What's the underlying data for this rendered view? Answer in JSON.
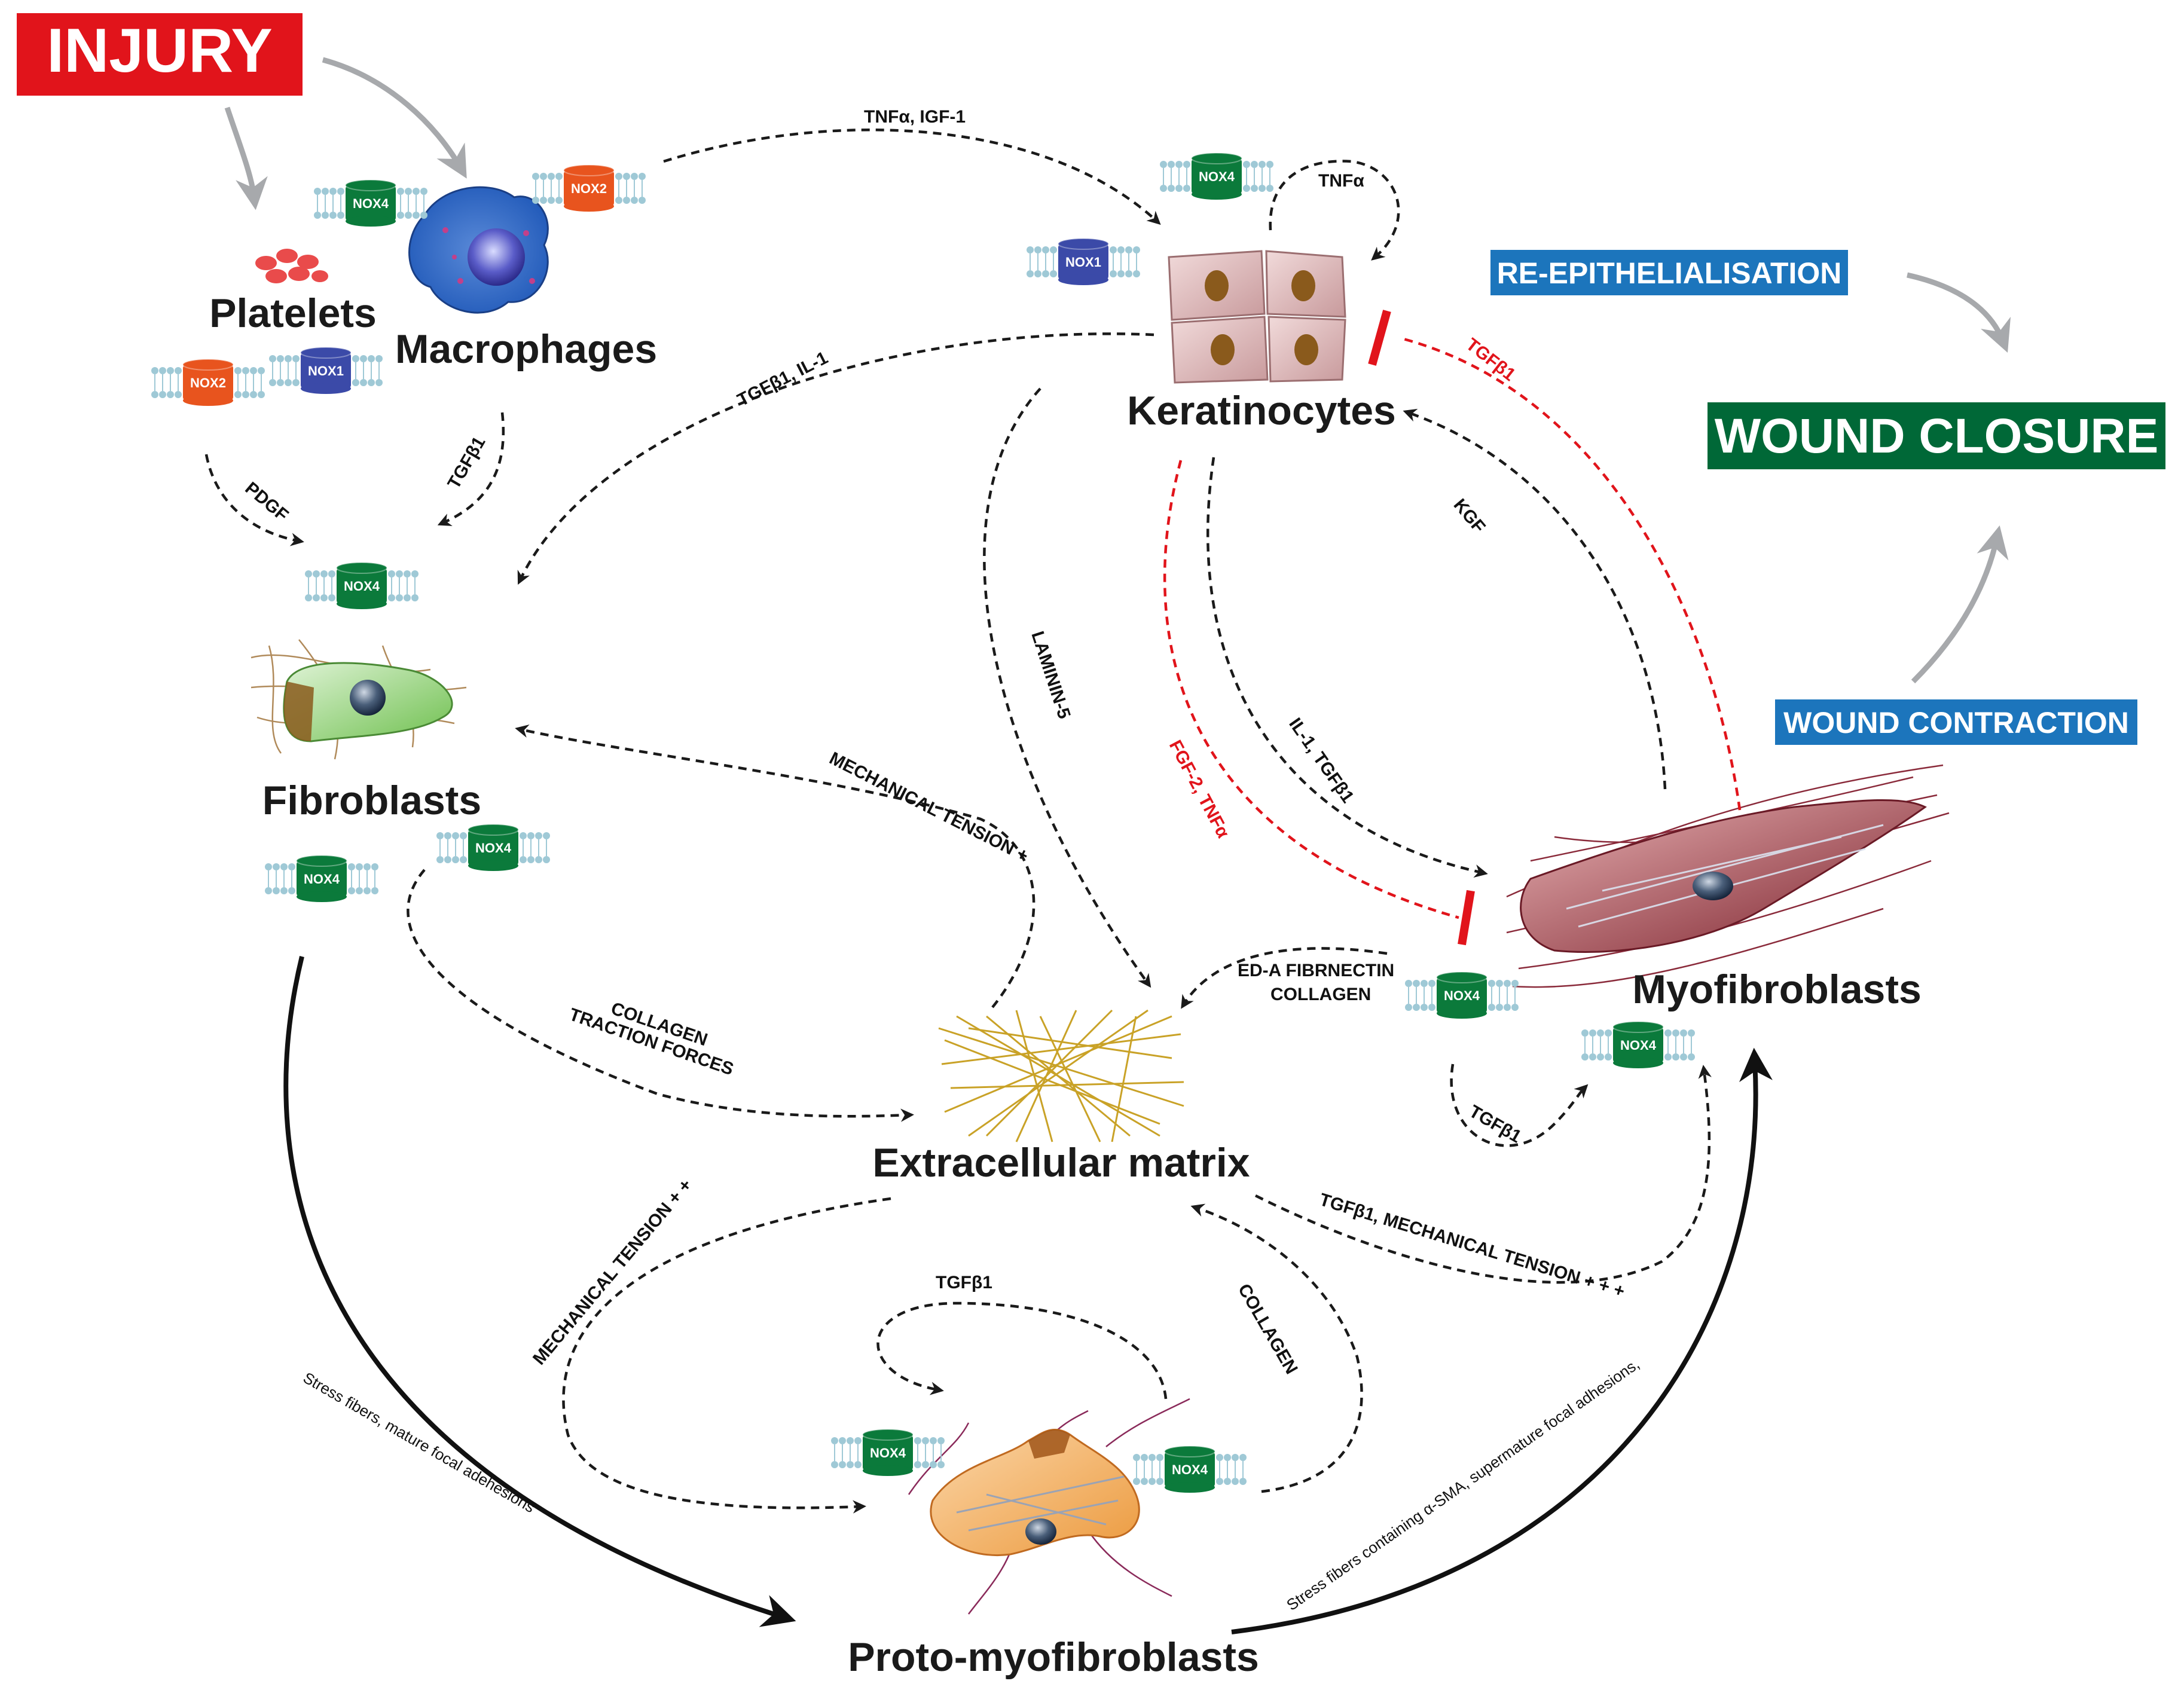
{
  "injury": "INJURY",
  "wound_closure": "WOUND CLOSURE",
  "re_epithelialisation": "RE-EPITHELIALISATION",
  "wound_contraction": "WOUND CONTRACTION",
  "cells": {
    "platelets": "Platelets",
    "macrophages": "Macrophages",
    "keratinocytes": "Keratinocytes",
    "fibroblasts": "Fibroblasts",
    "ecm": "Extracellular matrix",
    "myofibroblasts": "Myofibroblasts",
    "proto": "Proto-myofibroblasts"
  },
  "nox": {
    "nox1": "NOX1",
    "nox2": "NOX2",
    "nox4": "NOX4"
  },
  "arrows": {
    "tnfa_igf1": "TNFα, IGF-1",
    "tnfa": "TNFα",
    "tgfb1_il1": "TGFβ1, IL-1",
    "pdgf": "PDGF",
    "tgfb1": "TGFβ1",
    "laminin5": "LAMININ-5",
    "il1_tgfb1": "IL-1, TGFβ1",
    "fgf2_tnfa": "FGF-2, TNFα",
    "kgf": "KGF",
    "tgfb1_red": "TGFβ1",
    "mech_tension_plus": "MECHANICAL TENSION +",
    "collagen": "COLLAGEN",
    "traction_forces": "TRACTION FORCES",
    "edafibronectin": "ED-A FIBRNECTIN",
    "collagen2": "COLLAGEN",
    "tgfb1_myo": "TGFβ1",
    "tgfb1_mech": "TGFβ1, MECHANICAL TENSION + + +",
    "mech_tension_pp": "MECHANICAL TENSION + +",
    "tgfb1_proto": "TGFβ1",
    "collagen_proto": "COLLAGEN",
    "stress_fibers": "Stress fibers, mature focal adehesions",
    "stress_fibers_sma": "Stress fibers containing α-SMA, supermature focal adhesions,"
  },
  "colors": {
    "injury_bg": "#e1141b",
    "closure_bg": "#006837",
    "blue_box": "#1c75bc",
    "nox4": "#0b7a3b",
    "nox2": "#e8541e",
    "nox1": "#3b4aa8",
    "red_line": "#e1141b"
  }
}
